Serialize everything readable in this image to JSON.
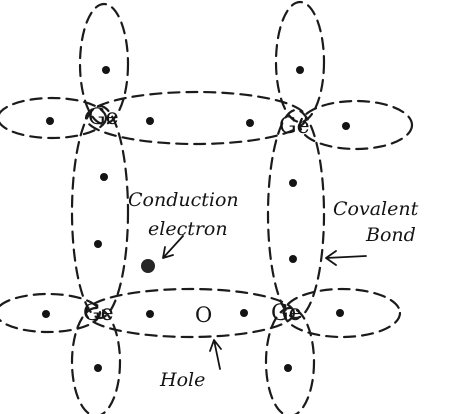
{
  "atoms": [
    {
      "id": "tl",
      "symbol": "Ge"
    },
    {
      "id": "tr",
      "symbol": "Ge"
    },
    {
      "id": "bl",
      "symbol": "Ge"
    },
    {
      "id": "br",
      "symbol": "Ge"
    }
  ],
  "labels": {
    "conduction_line1": "Conduction",
    "conduction_line2": "electron",
    "covalent_line1": "Covalent",
    "covalent_line2": "Bond",
    "hole": "Hole",
    "hole_symbol": "O"
  },
  "colors": {
    "ink": "#141414",
    "background": "#ffffff"
  }
}
